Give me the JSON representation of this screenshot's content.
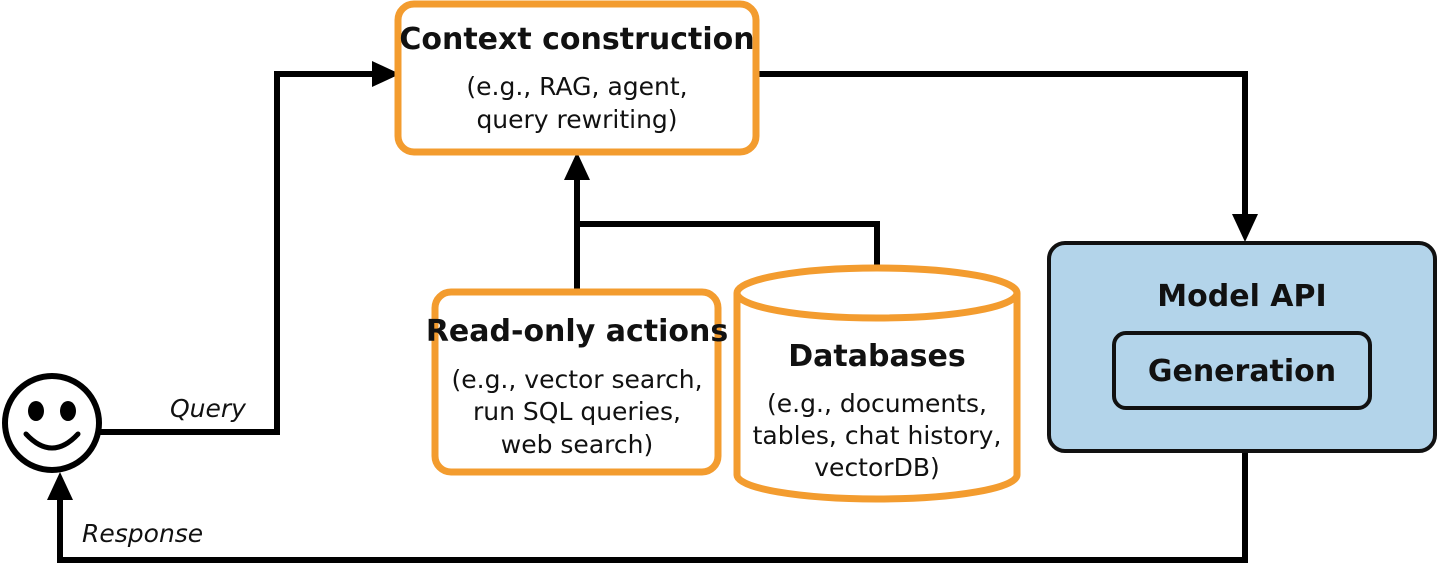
{
  "colors": {
    "orange": "#f39c2f",
    "model_fill": "#b3d4ea",
    "model_stroke": "#111111",
    "line": "#000000"
  },
  "nodes": {
    "context": {
      "title": "Context construction",
      "lines": [
        "(e.g., RAG, agent,",
        "query rewriting)"
      ]
    },
    "readonly": {
      "title": "Read-only actions",
      "lines": [
        "(e.g., vector search,",
        "run SQL queries,",
        "web search)"
      ]
    },
    "databases": {
      "title": "Databases",
      "lines": [
        "(e.g., documents,",
        "tables, chat history,",
        "vectorDB)"
      ]
    },
    "model": {
      "title": "Model API",
      "inner": "Generation"
    },
    "user": {
      "icon": "smiley-face-icon"
    }
  },
  "edges": {
    "query": "Query",
    "response": "Response"
  }
}
